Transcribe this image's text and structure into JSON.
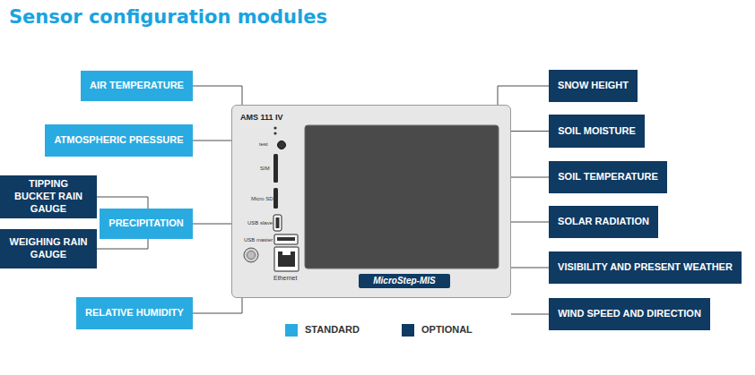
{
  "diagram": {
    "title": "Sensor configuration modules",
    "nodes": [
      {
        "text": [
          "AIR TEMPERATURE"
        ]
      },
      {
        "text": [
          "ATMOSPHERIC PRESSURE"
        ]
      },
      {
        "text": [
          "TIPPING BUCKET RAIN GAUGE"
        ]
      },
      {
        "text": [
          "PRECIPITATION"
        ]
      },
      {
        "text": [
          "WEIGHING RAIN GAUGE"
        ]
      },
      {
        "text": [
          "RELATIVE HUMIDITY"
        ]
      },
      {
        "text": [
          "AMS 111 IV"
        ]
      },
      {
        "text": [
          "SNOW HEIGHT"
        ]
      },
      {
        "text": [
          "SOIL MOISTURE"
        ]
      },
      {
        "text": [
          "SOIL TEMPERATURE"
        ]
      },
      {
        "text": [
          "SOLAR RADIATION"
        ]
      },
      {
        "text": [
          "VISIBILITY AND PRESENT WEATHER"
        ]
      },
      {
        "text": [
          "WIND SPEED AND DIRECTION"
        ]
      }
    ],
    "edges": [
      {
        "from": 0,
        "to": 6,
        "arrow": "none"
      },
      {
        "from": 1,
        "to": 6,
        "arrow": "none"
      },
      {
        "from": 2,
        "to": 3,
        "arrow": "none"
      },
      {
        "from": 4,
        "to": 3,
        "arrow": "none"
      },
      {
        "from": 3,
        "to": 6,
        "arrow": "none"
      },
      {
        "from": 5,
        "to": 6,
        "arrow": "none"
      },
      {
        "from": 7,
        "to": 6,
        "arrow": "none"
      },
      {
        "from": 8,
        "to": 6,
        "arrow": "none"
      },
      {
        "from": 9,
        "to": 6,
        "arrow": "none"
      },
      {
        "from": 10,
        "to": 6,
        "arrow": "none"
      },
      {
        "from": 11,
        "to": 6,
        "arrow": "none"
      },
      {
        "from": 12,
        "to": 6,
        "arrow": "none"
      }
    ],
    "labels": [
      "test",
      "SIM",
      "Micro SD",
      "USB slave",
      "USB master",
      "Ethernet",
      "MicroStep-MIS"
    ],
    "legend": [
      {
        "text": "STANDARD",
        "color": "#29abe2"
      },
      {
        "text": "OPTIONAL",
        "color": "#0f3a62"
      }
    ]
  }
}
